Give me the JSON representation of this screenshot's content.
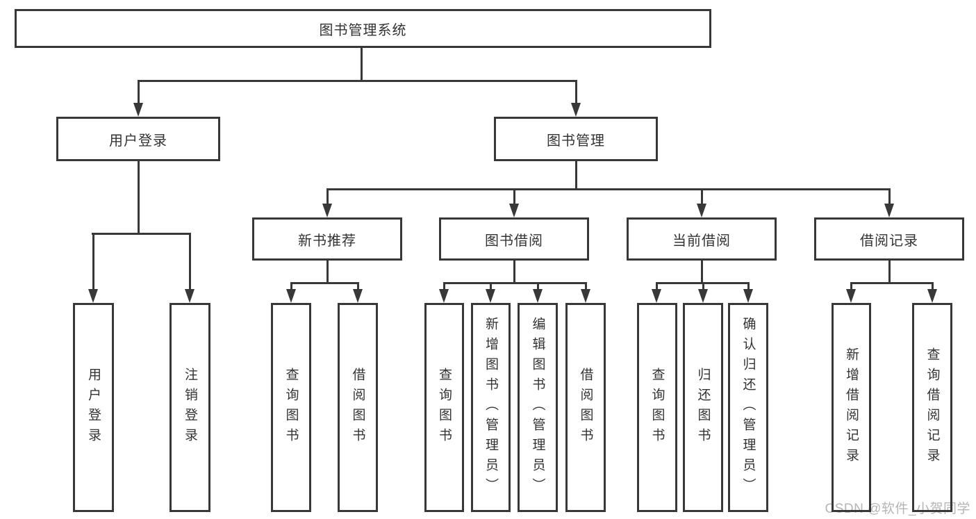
{
  "diagram": {
    "root": "图书管理系统",
    "branches": [
      {
        "label": "用户登录",
        "children": [
          "用户登录",
          "注销登录"
        ]
      },
      {
        "label": "图书管理",
        "children": [
          {
            "label": "新书推荐",
            "children": [
              "查询图书",
              "借阅图书"
            ]
          },
          {
            "label": "图书借阅",
            "children": [
              "查询图书",
              "新增图书（管理员）",
              "编辑图书（管理员）",
              "借阅图书"
            ]
          },
          {
            "label": "当前借阅",
            "children": [
              "查询图书",
              "归还图书",
              "确认归还（管理员）"
            ]
          },
          {
            "label": "借阅记录",
            "children": [
              "新增借阅记录",
              "查询借阅记录"
            ]
          }
        ]
      }
    ]
  },
  "watermark": {
    "text": "CSDN @软件_小贺同学"
  },
  "colors": {
    "line": "#383838",
    "text": "#333333",
    "watermark": "#b5b5b8",
    "background": "#ffffff"
  }
}
